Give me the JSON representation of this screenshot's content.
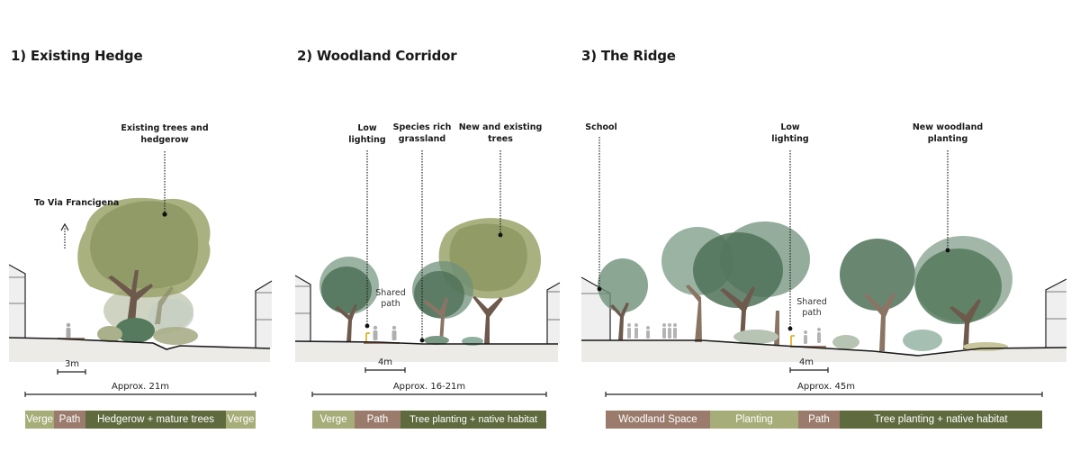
{
  "colors": {
    "verge": "#a7ad78",
    "path": "#9a7b6c",
    "habitat": "#5f6a3e",
    "planting": "#a7ad78",
    "tree_olive": "#9aa36a",
    "tree_green": "#5f8168",
    "trunk": "#6e5a4d",
    "ground": "#ecebe7"
  },
  "sections": [
    {
      "title": "1) Existing Hedge",
      "annotations": [
        {
          "text": "Existing trees and\nhedgerow"
        },
        {
          "text": "To Via Francigena"
        }
      ],
      "scale_bar": "3m",
      "overall_width": "Approx. 21m",
      "legend": [
        {
          "label": "Verge",
          "type": "verge"
        },
        {
          "label": "Path",
          "type": "path"
        },
        {
          "label": "Hedgerow + mature trees",
          "type": "habitat"
        },
        {
          "label": "Verge",
          "type": "verge"
        }
      ]
    },
    {
      "title": "2) Woodland Corridor",
      "annotations": [
        {
          "text": "Low\nlighting"
        },
        {
          "text": "Species rich\ngrassland"
        },
        {
          "text": "New and existing\ntrees"
        },
        {
          "text": "Shared\npath"
        }
      ],
      "scale_bar": "4m",
      "overall_width": "Approx. 16-21m",
      "legend": [
        {
          "label": "Verge",
          "type": "verge"
        },
        {
          "label": "Path",
          "type": "path"
        },
        {
          "label": "Tree planting + native habitat",
          "type": "habitat"
        }
      ]
    },
    {
      "title": "3) The Ridge",
      "annotations": [
        {
          "text": "School"
        },
        {
          "text": "Low\nlighting"
        },
        {
          "text": "New woodland\nplanting"
        },
        {
          "text": "Shared\npath"
        }
      ],
      "scale_bar": "4m",
      "overall_width": "Approx. 45m",
      "legend": [
        {
          "label": "Woodland Space",
          "type": "path"
        },
        {
          "label": "Planting",
          "type": "planting"
        },
        {
          "label": "Path",
          "type": "path"
        },
        {
          "label": "Tree planting + native habitat",
          "type": "habitat"
        }
      ]
    }
  ]
}
